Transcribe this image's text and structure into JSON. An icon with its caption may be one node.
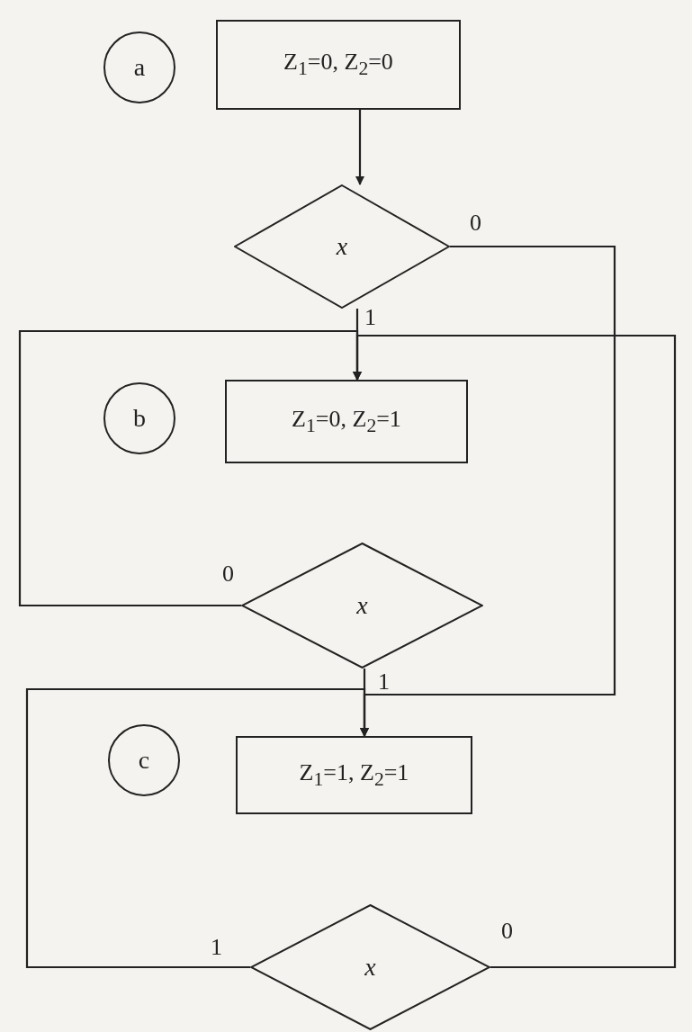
{
  "diagram": {
    "nodes": [
      {
        "text": [
          "a"
        ]
      },
      {
        "text": [
          "Z$_{1}$=0, Z$_{2}$=0"
        ]
      },
      {
        "text": [
          "x"
        ]
      },
      {
        "text": [
          "b"
        ]
      },
      {
        "text": [
          "Z$_{1}$=0, Z$_{2}$=1"
        ]
      },
      {
        "text": [
          "x"
        ]
      },
      {
        "text": [
          "c"
        ]
      },
      {
        "text": [
          "Z$_{1}$=1, Z$_{2}$=1"
        ]
      },
      {
        "text": [
          "x"
        ]
      }
    ],
    "edges": [
      {
        "from": 1,
        "to": 2,
        "arrow": "to"
      },
      {
        "from": 2,
        "to": 4,
        "arrow": "to",
        "label": "1"
      },
      {
        "from": 2,
        "to": 7,
        "arrow": "to",
        "label": "0"
      },
      {
        "from": 5,
        "to": 4,
        "arrow": "to",
        "label": "0"
      },
      {
        "from": 5,
        "to": 7,
        "arrow": "to",
        "label": "1"
      },
      {
        "from": 8,
        "to": 7,
        "arrow": "to",
        "label": "1"
      },
      {
        "from": 8,
        "to": 4,
        "arrow": "to",
        "label": "0"
      }
    ]
  }
}
